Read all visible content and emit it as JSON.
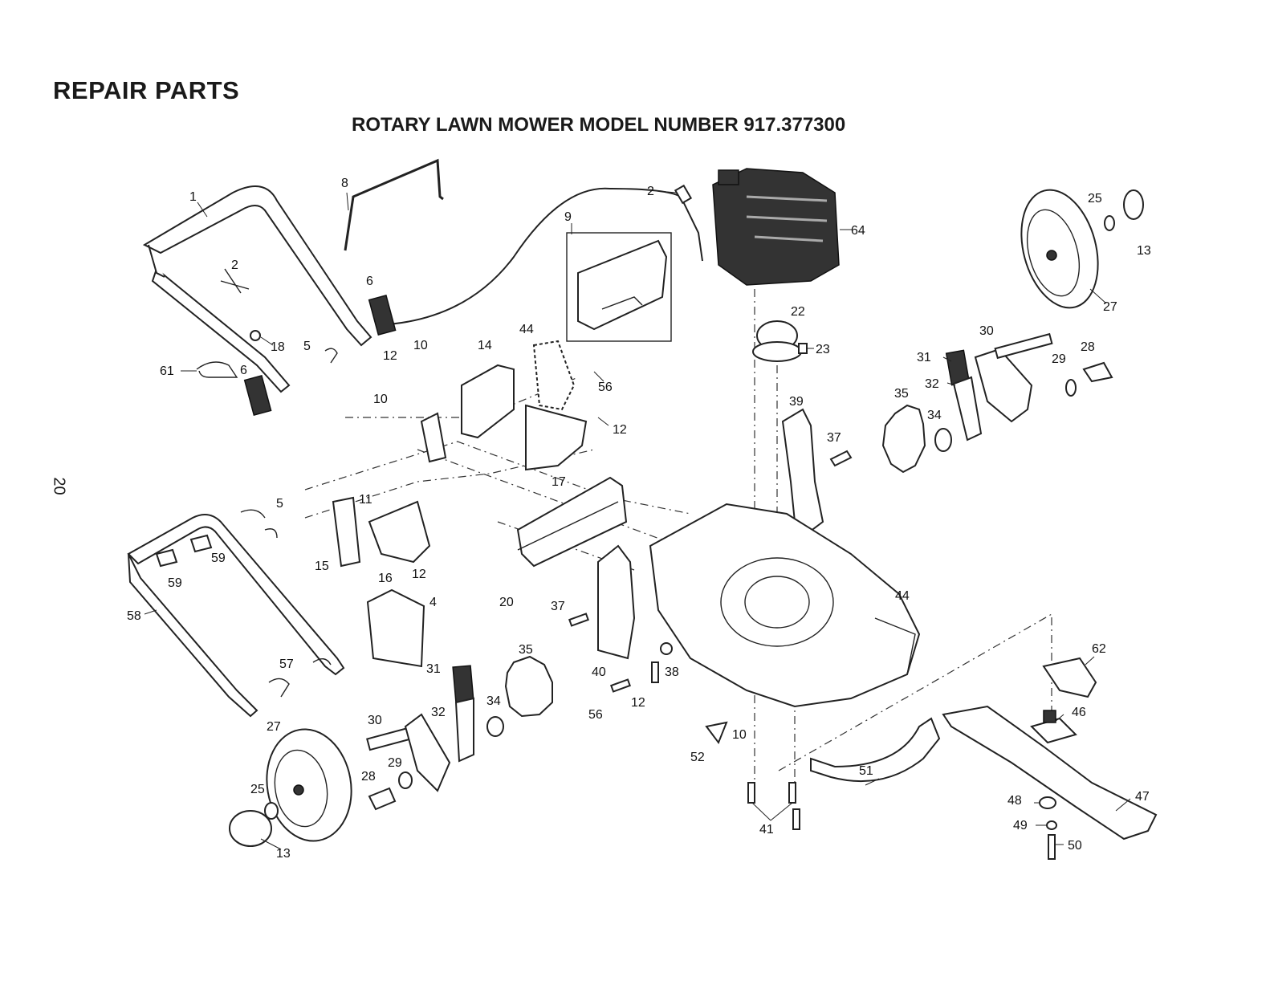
{
  "header": {
    "title": "REPAIR PARTS",
    "subtitle": "ROTARY LAWN MOWER MODEL NUMBER 917.377300",
    "page_number": "20"
  },
  "callouts": [
    {
      "id": "c1",
      "text": "1"
    },
    {
      "id": "c2a",
      "text": "2"
    },
    {
      "id": "c2b",
      "text": "2"
    },
    {
      "id": "c4",
      "text": "4"
    },
    {
      "id": "c5a",
      "text": "5"
    },
    {
      "id": "c5b",
      "text": "5"
    },
    {
      "id": "c6a",
      "text": "6"
    },
    {
      "id": "c6b",
      "text": "6"
    },
    {
      "id": "c8",
      "text": "8"
    },
    {
      "id": "c9",
      "text": "9"
    },
    {
      "id": "c10a",
      "text": "10"
    },
    {
      "id": "c10b",
      "text": "10"
    },
    {
      "id": "c10c",
      "text": "10"
    },
    {
      "id": "c11",
      "text": "11"
    },
    {
      "id": "c12a",
      "text": "12"
    },
    {
      "id": "c12b",
      "text": "12"
    },
    {
      "id": "c12c",
      "text": "12"
    },
    {
      "id": "c12d",
      "text": "12"
    },
    {
      "id": "c13a",
      "text": "13"
    },
    {
      "id": "c13b",
      "text": "13"
    },
    {
      "id": "c14",
      "text": "14"
    },
    {
      "id": "c15",
      "text": "15"
    },
    {
      "id": "c16",
      "text": "16"
    },
    {
      "id": "c17",
      "text": "17"
    },
    {
      "id": "c18",
      "text": "18"
    },
    {
      "id": "c20",
      "text": "20"
    },
    {
      "id": "c22",
      "text": "22"
    },
    {
      "id": "c23",
      "text": "23"
    },
    {
      "id": "c25a",
      "text": "25"
    },
    {
      "id": "c25b",
      "text": "25"
    },
    {
      "id": "c27a",
      "text": "27"
    },
    {
      "id": "c27b",
      "text": "27"
    },
    {
      "id": "c28a",
      "text": "28"
    },
    {
      "id": "c28b",
      "text": "28"
    },
    {
      "id": "c29a",
      "text": "29"
    },
    {
      "id": "c29b",
      "text": "29"
    },
    {
      "id": "c30a",
      "text": "30"
    },
    {
      "id": "c30b",
      "text": "30"
    },
    {
      "id": "c31a",
      "text": "31"
    },
    {
      "id": "c31b",
      "text": "31"
    },
    {
      "id": "c32a",
      "text": "32"
    },
    {
      "id": "c32b",
      "text": "32"
    },
    {
      "id": "c34a",
      "text": "34"
    },
    {
      "id": "c34b",
      "text": "34"
    },
    {
      "id": "c35a",
      "text": "35"
    },
    {
      "id": "c35b",
      "text": "35"
    },
    {
      "id": "c37a",
      "text": "37"
    },
    {
      "id": "c37b",
      "text": "37"
    },
    {
      "id": "c38",
      "text": "38"
    },
    {
      "id": "c39",
      "text": "39"
    },
    {
      "id": "c40",
      "text": "40"
    },
    {
      "id": "c41",
      "text": "41"
    },
    {
      "id": "c44a",
      "text": "44"
    },
    {
      "id": "c44b",
      "text": "44"
    },
    {
      "id": "c46",
      "text": "46"
    },
    {
      "id": "c47",
      "text": "47"
    },
    {
      "id": "c48",
      "text": "48"
    },
    {
      "id": "c49",
      "text": "49"
    },
    {
      "id": "c50",
      "text": "50"
    },
    {
      "id": "c51",
      "text": "51"
    },
    {
      "id": "c52",
      "text": "52"
    },
    {
      "id": "c56a",
      "text": "56"
    },
    {
      "id": "c56b",
      "text": "56"
    },
    {
      "id": "c57",
      "text": "57"
    },
    {
      "id": "c58",
      "text": "58"
    },
    {
      "id": "c59a",
      "text": "59"
    },
    {
      "id": "c59b",
      "text": "59"
    },
    {
      "id": "c61",
      "text": "61"
    },
    {
      "id": "c62",
      "text": "62"
    },
    {
      "id": "c64",
      "text": "64"
    }
  ]
}
